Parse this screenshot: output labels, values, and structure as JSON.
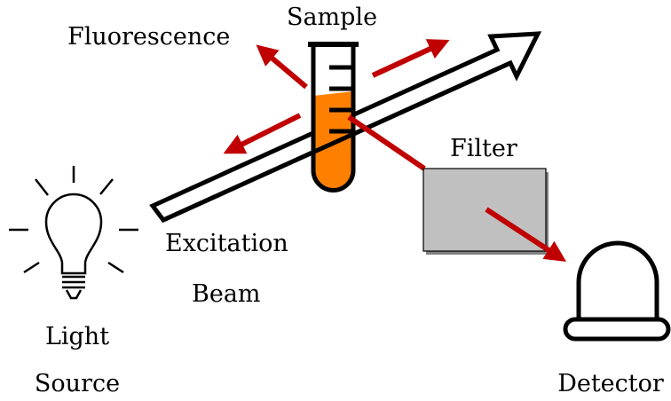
{
  "labels": {
    "sample": "Sample",
    "fluorescence": "Fluorescence",
    "filter": "Filter",
    "excitation_line1": "Excitation",
    "excitation_line2": "Beam",
    "light_line1": "Light",
    "light_line2": "Source",
    "detector": "Detector"
  },
  "colors": {
    "emission_arrow": "#C00000",
    "sample_liquid": "#FF8000",
    "filter_fill": "#C0C0C0",
    "outline": "#000000"
  },
  "icons": {
    "light_source": "light-bulb-icon",
    "sample": "test-tube-icon",
    "detector": "detector-dome-icon"
  }
}
